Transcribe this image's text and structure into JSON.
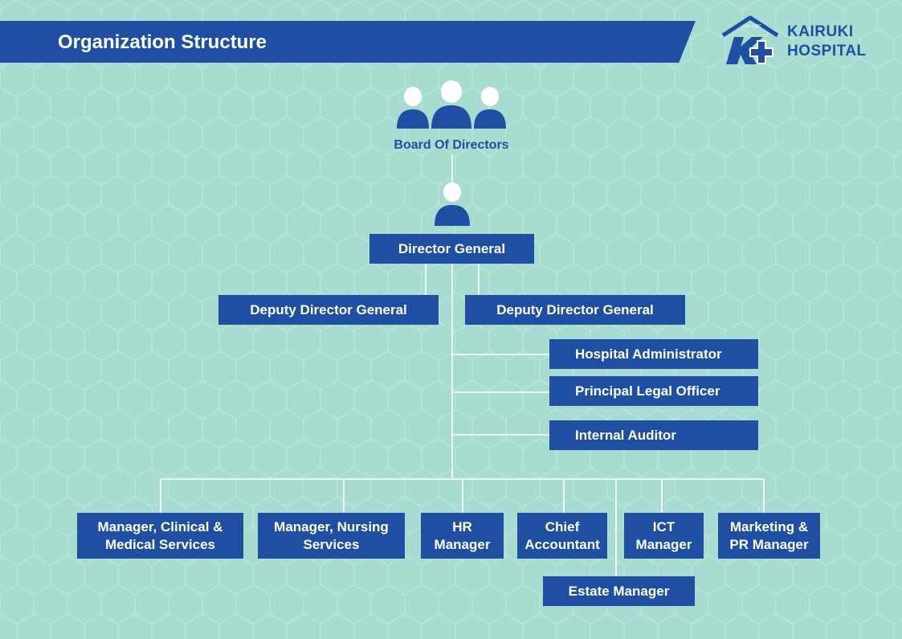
{
  "header": {
    "title": "Organization Structure"
  },
  "logo": {
    "est": "Est. 1987",
    "line1": "KAIRUKI",
    "line2": "HOSPITAL"
  },
  "colors": {
    "background": "#a9dcd0",
    "primary": "#1f4fa2",
    "text_on_primary": "#ffffff",
    "connector": "#ffffff"
  },
  "icons": {
    "board": "people-group-icon",
    "director": "person-icon"
  },
  "org": {
    "board": "Board Of Directors",
    "director_general": "Director General",
    "deputies": [
      "Deputy Director General",
      "Deputy Director General"
    ],
    "staff_offices": [
      "Hospital Administrator",
      "Principal Legal Officer",
      "Internal Auditor"
    ],
    "managers": [
      "Manager, Clinical &\nMedical Services",
      "Manager, Nursing\nServices",
      "HR\nManager",
      "Chief\nAccountant",
      "ICT\nManager",
      "Marketing &\nPR Manager"
    ],
    "estate_manager": "Estate Manager"
  }
}
